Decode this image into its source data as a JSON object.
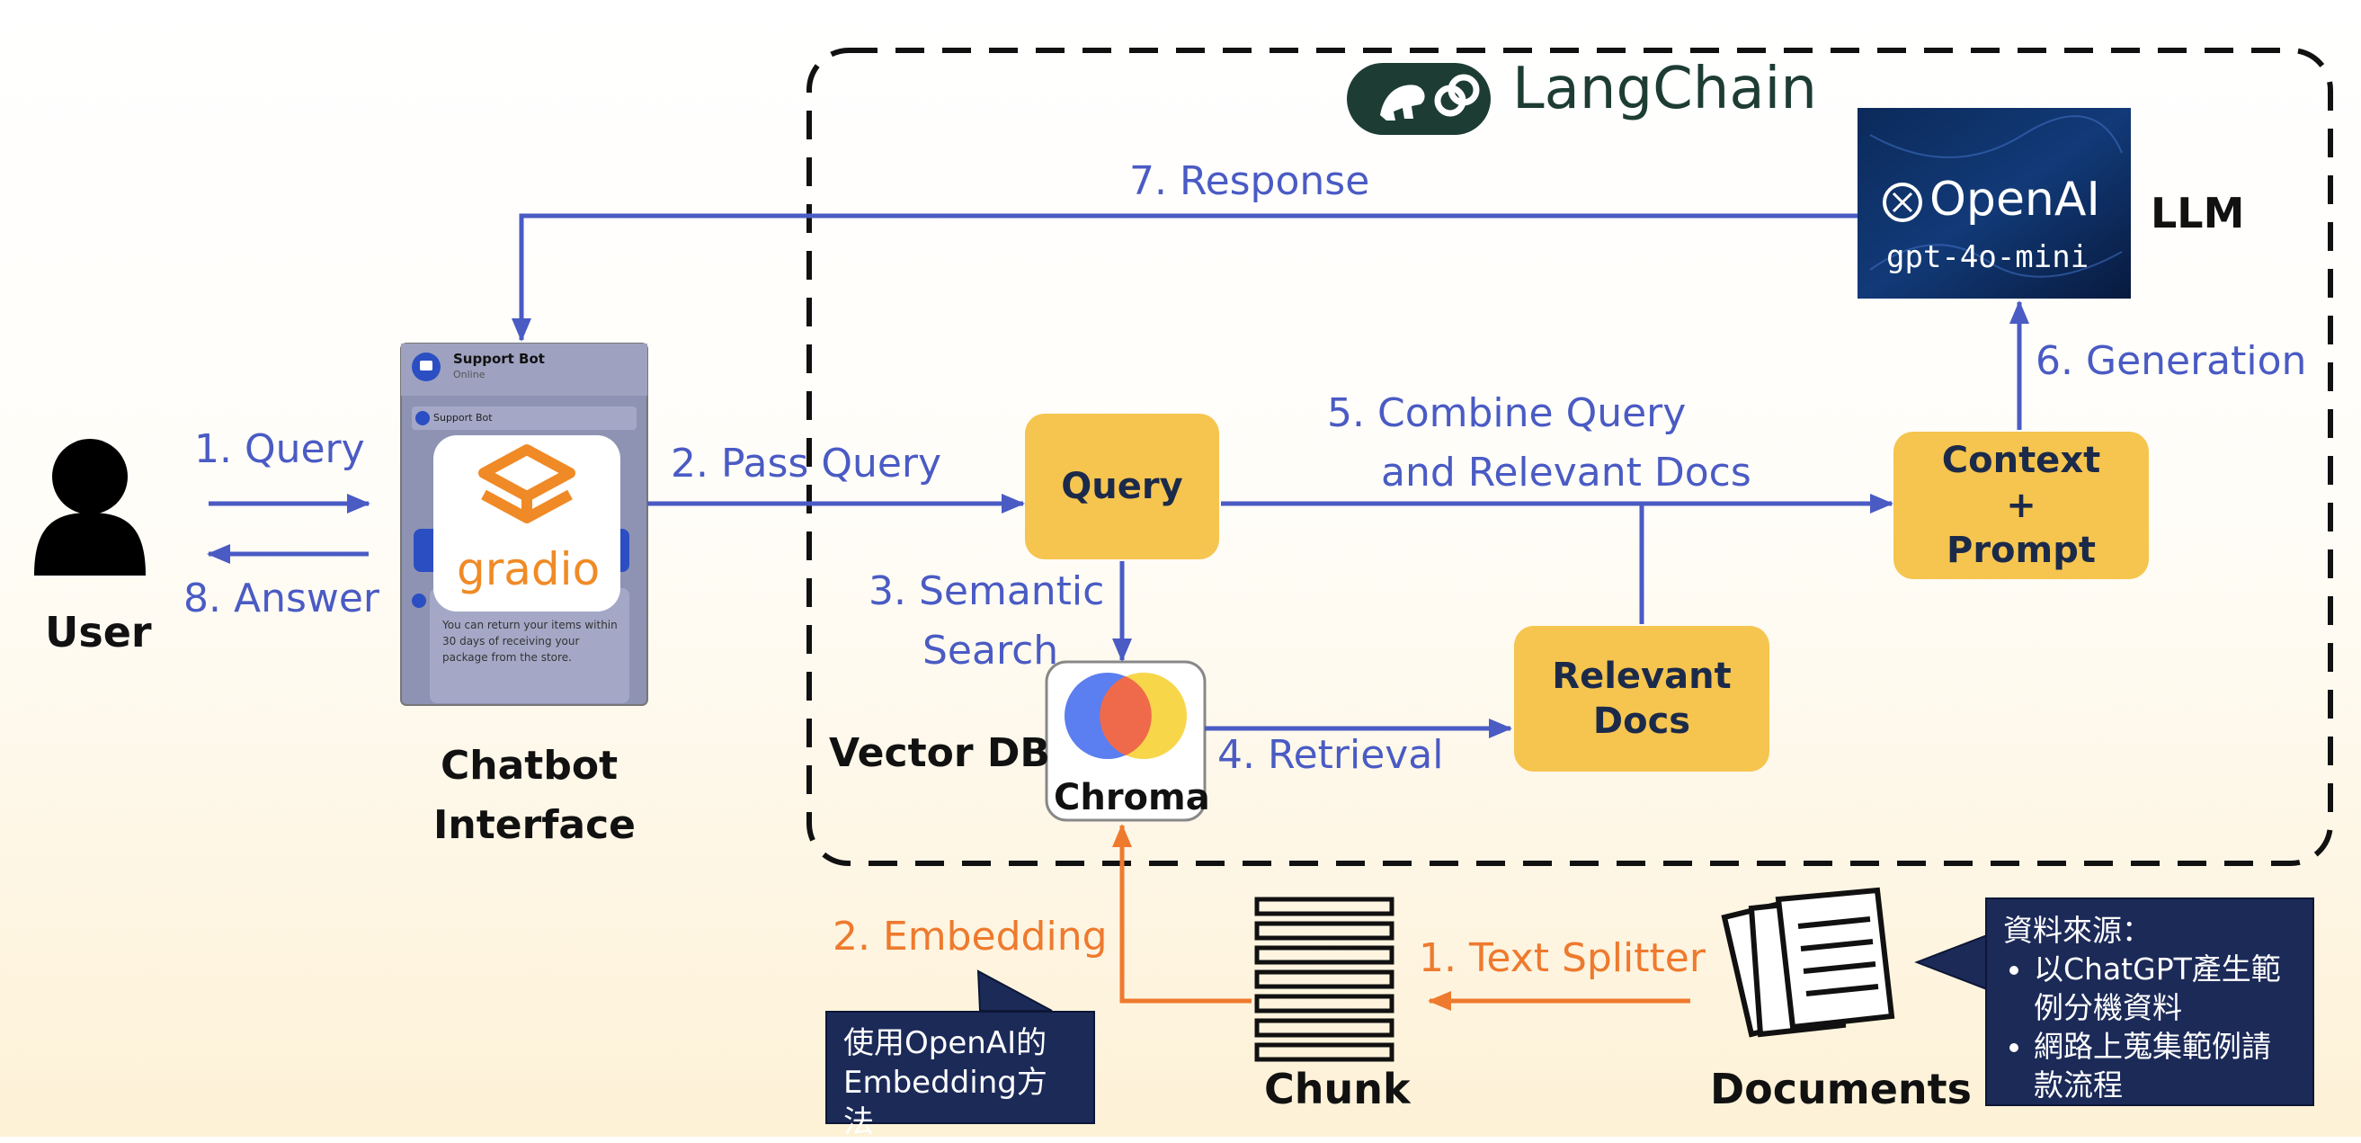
{
  "langchain": {
    "name": "LangChain"
  },
  "user": {
    "label": "User"
  },
  "chatbot": {
    "label_line1": "Chatbot",
    "label_line2": "Interface",
    "bot_name": "Support Bot",
    "bot_status": "Online",
    "bot_name_small": "Support Bot",
    "message_text": "You can return your items within 30 days of receiving your package from the store.",
    "logo_text": "gradio"
  },
  "llm": {
    "brand": "OpenAI",
    "model": "gpt-4o-mini",
    "label": "LLM"
  },
  "boxes": {
    "query": "Query",
    "context_line1": "Context",
    "context_line2": "+",
    "context_line3": "Prompt",
    "relevant_line1": "Relevant",
    "relevant_line2": "Docs"
  },
  "vector_db": {
    "label": "Vector DB",
    "name": "Chroma"
  },
  "chunk": {
    "label": "Chunk"
  },
  "documents": {
    "label": "Documents"
  },
  "arrows": {
    "query": "1. Query",
    "answer": "8. Answer",
    "pass_query": "2. Pass Query",
    "semantic_line1": "3. Semantic",
    "semantic_line2": "Search",
    "retrieval": "4. Retrieval",
    "combine_line1": "5. Combine Query",
    "combine_line2": "and Relevant Docs",
    "generation": "6. Generation",
    "response": "7. Response",
    "text_splitter": "1. Text Splitter",
    "embedding": "2. Embedding"
  },
  "notes": {
    "embedding_line1": "使用OpenAI的",
    "embedding_line2": "Embedding方法",
    "source_title": "資料來源：",
    "source_item1": "以ChatGPT產生範例分機資料",
    "source_item2": "網路上蒐集範例請款流程"
  },
  "colors": {
    "blue": "#4a5bc4",
    "orange": "#ee7a2e",
    "yellow": "#f6c54f",
    "navy": "#1c2a58"
  }
}
